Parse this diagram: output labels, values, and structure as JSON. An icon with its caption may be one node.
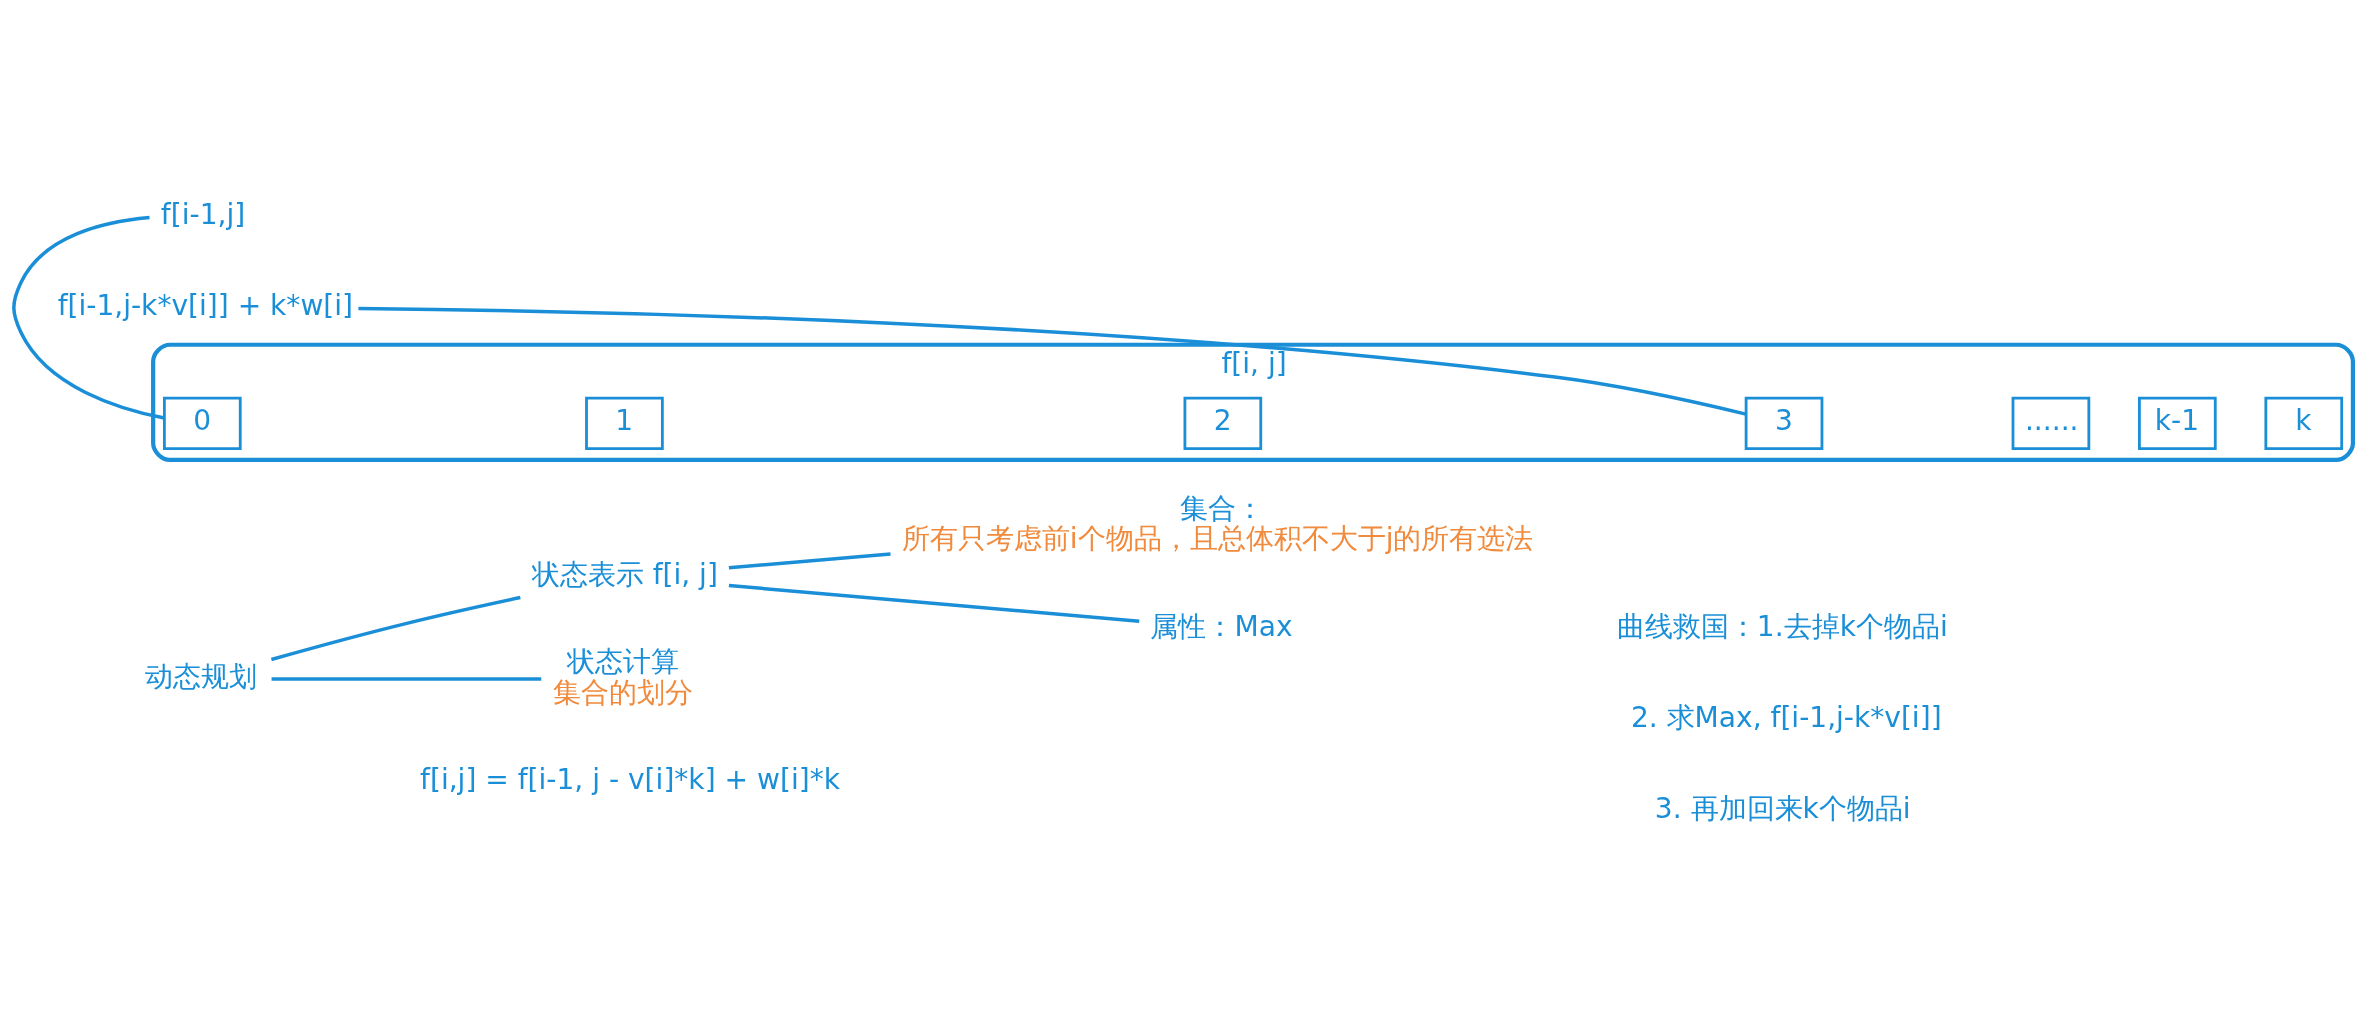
{
  "diagram": {
    "nodes": [
      {
        "text": [
          "动态规划"
        ]
      },
      {
        "text": [
          "状态表示 f[i, j]"
        ]
      },
      {
        "text": [
          "集合：",
          "所有只考虑前i个物品，且总体积不大于j的所有选法"
        ]
      },
      {
        "text": [
          "属性：Max"
        ]
      },
      {
        "text": [
          "状态计算",
          "集合的划分"
        ]
      },
      {
        "text": [
          "f[i-1,j-k*v[i]] + k*w[i]"
        ]
      },
      {
        "text": [
          "f[i-1,j]"
        ]
      },
      {
        "text": [
          "f[i, j]"
        ]
      },
      {
        "text": [
          "0"
        ],
        "in": 7
      },
      {
        "text": [
          "1"
        ],
        "in": 7
      },
      {
        "text": [
          "2"
        ],
        "in": 7
      },
      {
        "text": [
          "3"
        ],
        "in": 7
      },
      {
        "text": [
          "......"
        ],
        "in": 7
      },
      {
        "text": [
          "k-1"
        ],
        "in": 7
      },
      {
        "text": [
          "k"
        ],
        "in": 7
      }
    ],
    "edges": [
      {
        "from": 0,
        "to": 1,
        "arrow": "none"
      },
      {
        "from": 1,
        "to": 2,
        "arrow": "none"
      },
      {
        "from": 1,
        "to": 3,
        "arrow": "none"
      },
      {
        "from": 0,
        "to": 4,
        "arrow": "none"
      },
      {
        "from": 6,
        "to": 8,
        "arrow": "none"
      },
      {
        "from": 5,
        "to": 11,
        "arrow": "none"
      }
    ],
    "labels": [
      "曲线救国：1.去掉k个物品i",
      "2. 求Max, f[i-1,j-k*v[i]]",
      "3. 再加回来k个物品i",
      "f[i,j] = f[i-1, j - v[i]*k] + w[i]*k"
    ]
  }
}
